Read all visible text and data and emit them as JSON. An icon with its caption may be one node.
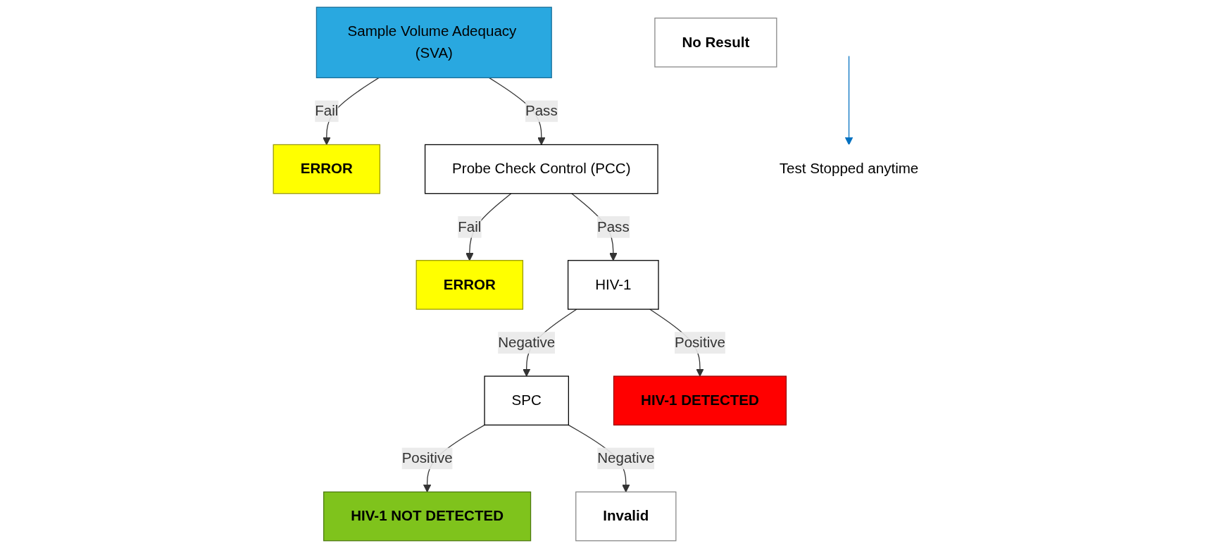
{
  "diagram": {
    "nodes": [
      {
        "text": [
          "Sample Volume Adequacy (SVA)"
        ]
      },
      {
        "text": [
          "ERROR"
        ]
      },
      {
        "text": [
          "Probe Check Control (PCC)"
        ]
      },
      {
        "text": [
          "ERROR"
        ]
      },
      {
        "text": [
          "HIV-1"
        ]
      },
      {
        "text": [
          "SPC"
        ]
      },
      {
        "text": [
          "HIV-1  DETECTED"
        ]
      },
      {
        "text": [
          "HIV-1 NOT DETECTED"
        ]
      },
      {
        "text": [
          "Invalid"
        ]
      },
      {
        "text": [
          "Test Stopped anytime"
        ]
      },
      {
        "text": [
          "No Result"
        ]
      }
    ],
    "edges": [
      {
        "from": 0,
        "to": 1,
        "arrow": "to",
        "label": "Fail"
      },
      {
        "from": 0,
        "to": 2,
        "arrow": "to",
        "label": "Pass"
      },
      {
        "from": 2,
        "to": 4,
        "arrow": "to",
        "label": "Pass"
      },
      {
        "from": 2,
        "to": 3,
        "arrow": "to",
        "label": "Fail"
      },
      {
        "from": 4,
        "to": 5,
        "arrow": "to",
        "label": "Negative"
      },
      {
        "from": 4,
        "to": 6,
        "arrow": "to",
        "label": "Positive"
      },
      {
        "from": 5,
        "to": 7,
        "arrow": "to",
        "label": "Positive"
      },
      {
        "from": 5,
        "to": 8,
        "arrow": "to",
        "label": "Negative"
      },
      {
        "from": null,
        "to": 9,
        "arrow": "to",
        "color": "#0070c0"
      }
    ]
  }
}
